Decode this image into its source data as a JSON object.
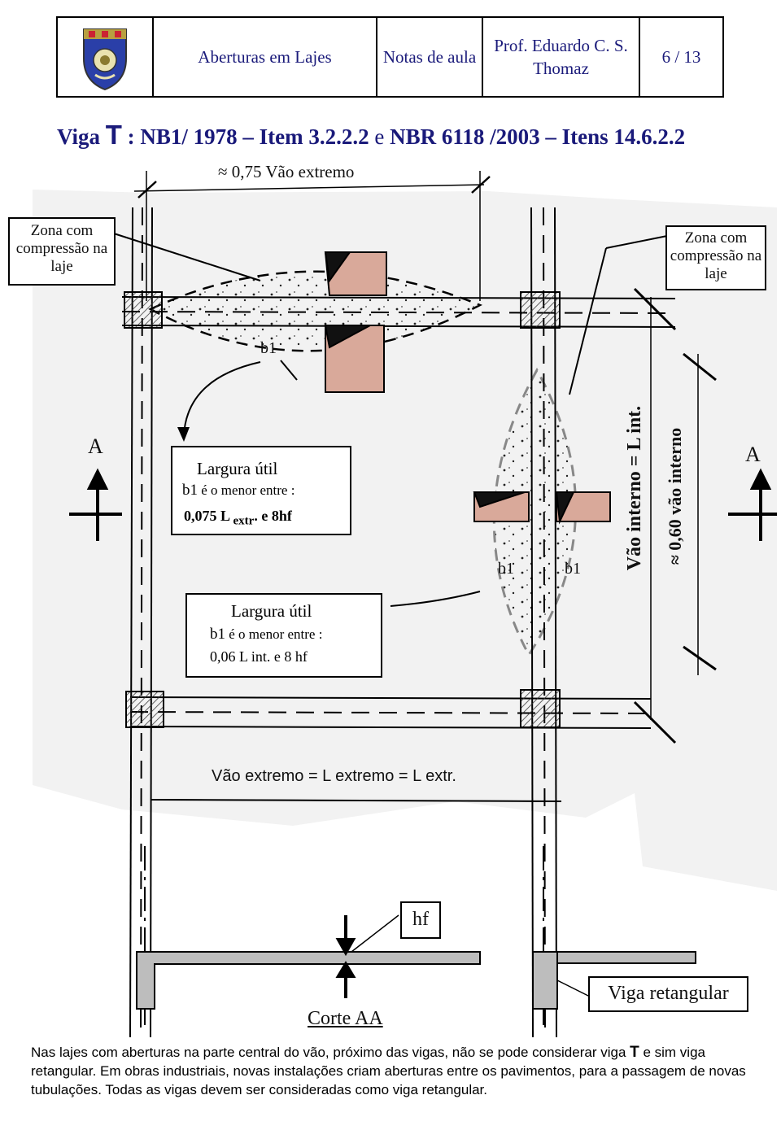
{
  "header": {
    "title": "Aberturas em Lajes",
    "notes": "Notas de aula",
    "author": "Prof. Eduardo C. S. Thomaz",
    "page": "6 / 13"
  },
  "heading": {
    "prefix": "Viga ",
    "t_symbol": "T",
    "middle": " :  NB1/ 1978 – Item 3.2.2.2 ",
    "conj": "e",
    "suffix": " NBR 6118 /2003 – Itens 14.6.2.2"
  },
  "drawing": {
    "span_label": "≈ 0,75 Vão extremo",
    "zone_left": "Zona com compressão na laje",
    "zone_right": "Zona com compressão na laje",
    "b1_top": "b1",
    "section_left": "A",
    "section_right": "A",
    "box1": {
      "title": "Largura útil",
      "line2_b": "b1",
      "line2": " é o menor entre :",
      "line3": "0,075 L ",
      "line3_sub": "extr",
      "line3_end": ".  e  8hf"
    },
    "box2": {
      "title": "Largura útil",
      "line2_b": "b1",
      "line2": " é o menor entre :",
      "line3": "0,06 L int. e 8 hf"
    },
    "b1_mid_left": "b1",
    "b1_mid_right": "b1",
    "vertical_span": "Vão interno = L int.",
    "vertical_span2": "≈ 0,60 vão interno",
    "bottom_span": "Vão extremo = L extremo = L extr.",
    "hf": "hf",
    "corte": "Corte AA",
    "viga_ret": "Viga retangular"
  },
  "caption": {
    "part1": "Nas lajes com aberturas na parte central do vão, próximo das vigas, não se pode considerar viga ",
    "t": "T",
    "part2": " e sim viga retangular. Em obras industriais, novas instalações criam aberturas entre os pavimentos, para a passagem de novas tubulações. Todas as vigas devem ser consideradas como viga retangular."
  },
  "colors": {
    "header_text": "#1a1a7a",
    "opening_fill": "#d9a99a",
    "paper": "#f2f2f2",
    "concrete": "#bdbdbd"
  }
}
